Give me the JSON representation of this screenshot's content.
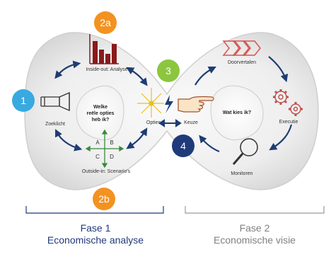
{
  "nodes": {
    "analysis_label": "Inside-out: Analyse",
    "zoeklicht_label": "Zoeklicht",
    "scenarios_label": "Outside-in: Scenario's",
    "opties_label": "Opties",
    "keuze_label": "Keuze",
    "doorvertalen_label": "Doorvertalen",
    "executie_label": "Executie",
    "monitoren_label": "Monitoren",
    "left_question": "Welke\nreële opties\nheb ik?",
    "right_question": "Wat kies ik?"
  },
  "scenario_letters": [
    "A",
    "B",
    "C",
    "D"
  ],
  "badges": {
    "b1": "1",
    "b2a": "2a",
    "b2b": "2b",
    "b3": "3",
    "b4": "4"
  },
  "phases": {
    "phase1_title": "Fase 1",
    "phase1_subtitle": "Economische analyse",
    "phase2_title": "Fase 2",
    "phase2_subtitle": "Economische visie"
  },
  "colors": {
    "badge_blue": "#39a9e0",
    "badge_orange": "#f39221",
    "badge_green": "#8cc63f",
    "badge_navy": "#1f3a7a",
    "arrow_navy": "#1e3d73",
    "icon_red": "#8b1a1a",
    "icon_outline": "#c0504d",
    "phase1_text": "#1f3a7a",
    "phase2_text": "#808080"
  },
  "icons": [
    "bar-chart-icon",
    "flashlight-icon",
    "compass-grid-icon",
    "bursting-star-icon",
    "pointing-hand-icon",
    "chevron-arrows-icon",
    "gears-icon",
    "magnifier-icon"
  ]
}
